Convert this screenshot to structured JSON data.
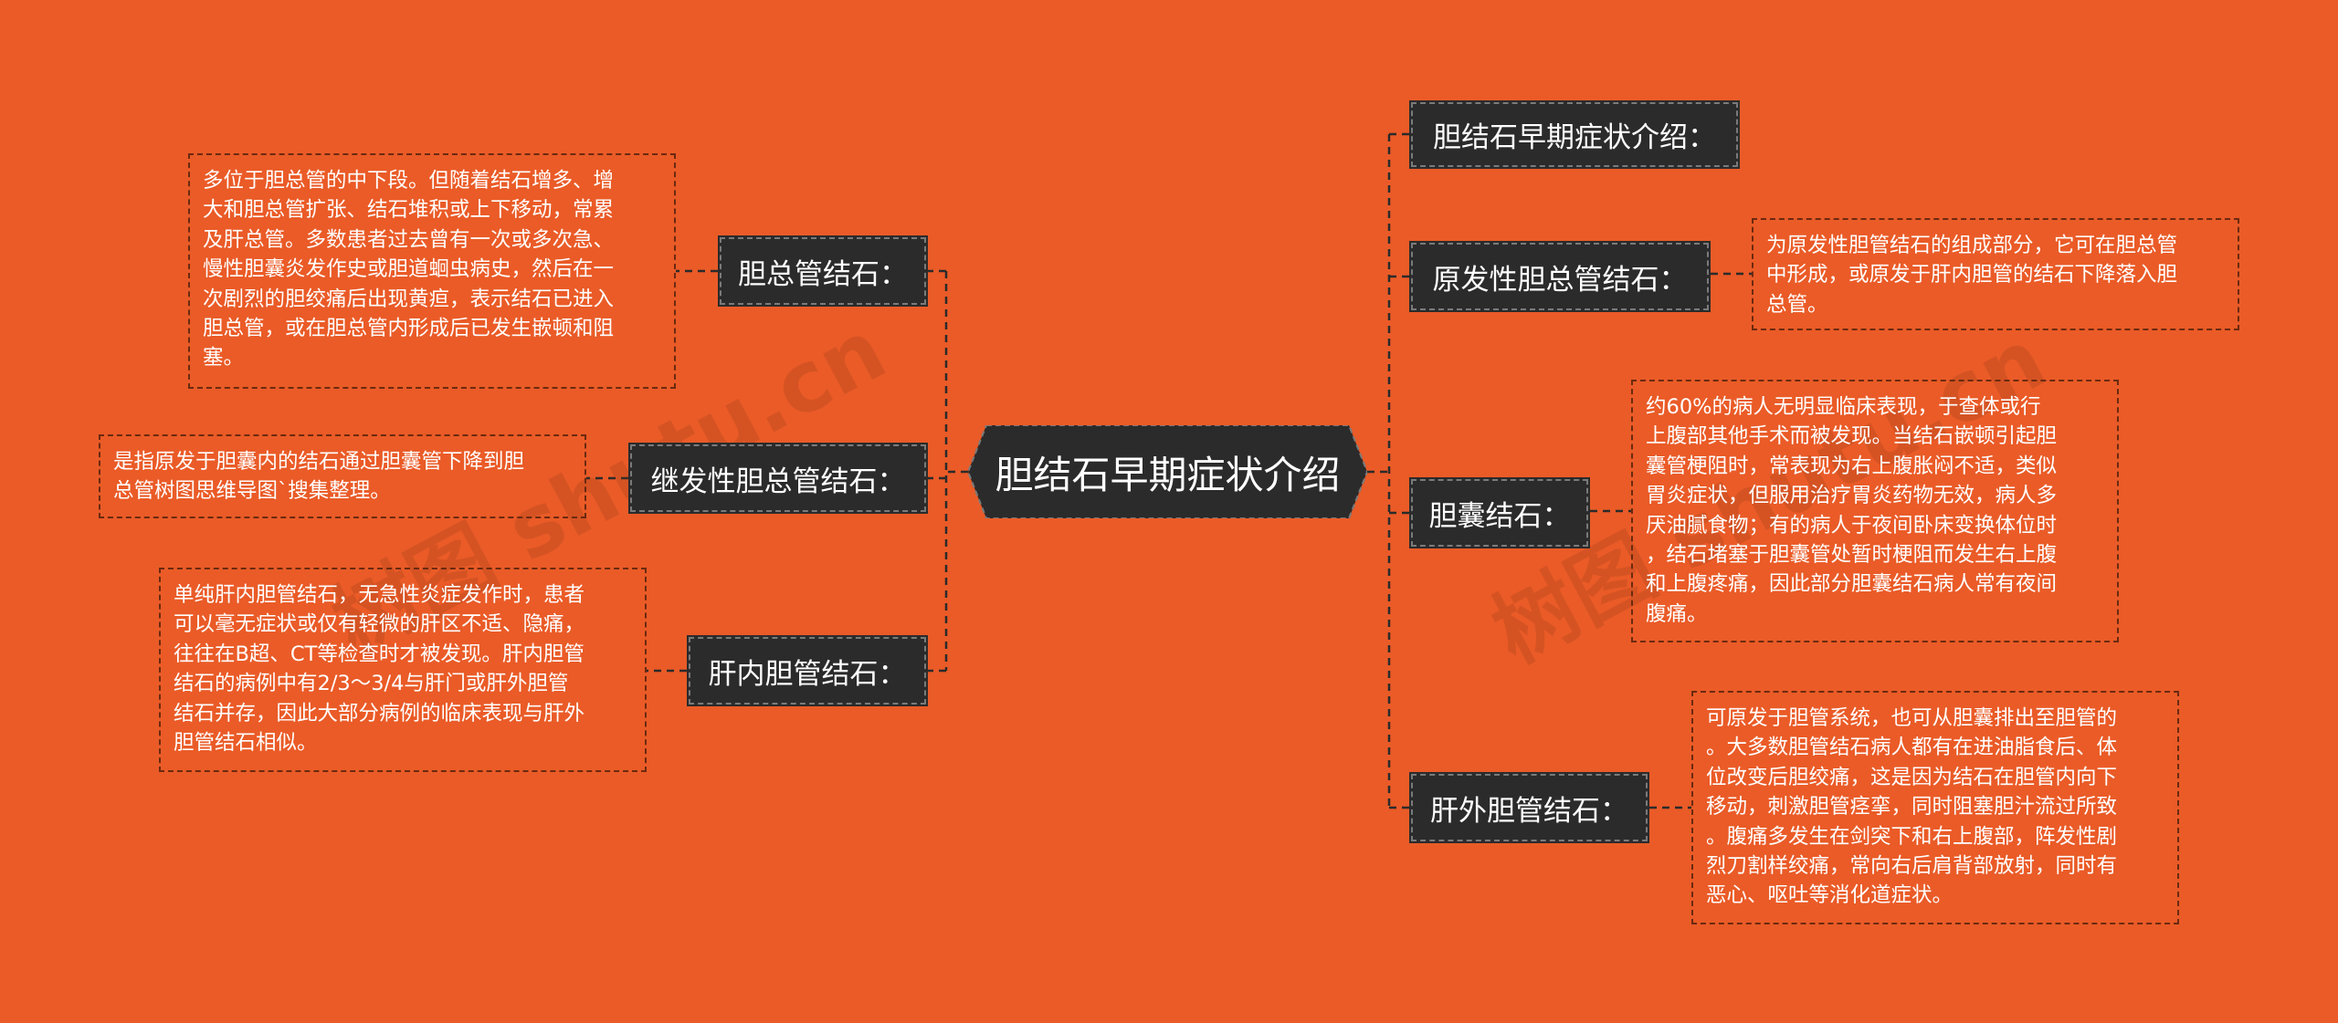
{
  "root": {
    "label": "胆结石早期症状介绍"
  },
  "left_branches": [
    {
      "label": "胆总管结石：",
      "note": "多位于胆总管的中下段。但随着结石增多、增\n大和胆总管扩张、结石堆积或上下移动，常累\n及肝总管。多数患者过去曾有一次或多次急、\n慢性胆囊炎发作史或胆道蛔虫病史，然后在一\n次剧烈的胆绞痛后出现黄疸，表示结石已进入\n胆总管，或在胆总管内形成后已发生嵌顿和阻\n塞。"
    },
    {
      "label": "继发性胆总管结石：",
      "note": "是指原发于胆囊内的结石通过胆囊管下降到胆\n总管树图思维导图`搜集整理。"
    },
    {
      "label": "肝内胆管结石：",
      "note": "单纯肝内胆管结石，无急性炎症发作时，患者\n可以毫无症状或仅有轻微的肝区不适、隐痛，\n往往在B超、CT等检查时才被发现。肝内胆管\n结石的病例中有2/3～3/4与肝门或肝外胆管\n结石并存，因此大部分病例的临床表现与肝外\n胆管结石相似。"
    }
  ],
  "right_branches": [
    {
      "label": "胆结石早期症状介绍："
    },
    {
      "label": "原发性胆总管结石：",
      "note": "为原发性胆管结石的组成部分，它可在胆总管\n中形成，或原发于肝内胆管的结石下降落入胆\n总管。"
    },
    {
      "label": "胆囊结石：",
      "note": "约60%的病人无明显临床表现，于查体或行\n上腹部其他手术而被发现。当结石嵌顿引起胆\n囊管梗阻时，常表现为右上腹胀闷不适，类似\n胃炎症状，但服用治疗胃炎药物无效，病人多\n厌油腻食物；有的病人于夜间卧床变换体位时\n，结石堵塞于胆囊管处暂时梗阻而发生右上腹\n和上腹疼痛，因此部分胆囊结石病人常有夜间\n腹痛。"
    },
    {
      "label": "肝外胆管结石：",
      "note": "可原发于胆管系统，也可从胆囊排出至胆管的\n。大多数胆管结石病人都有在进油脂食后、体\n位改变后胆绞痛，这是因为结石在胆管内向下\n移动，刺激胆管痉挛，同时阻塞胆汁流过所致\n。腹痛多发生在剑突下和右上腹部，阵发性剧\n烈刀割样绞痛，常向右后肩背部放射，同时有\n恶心、呕吐等消化道症状。"
    }
  ],
  "watermark": "树图 shutu.cn",
  "colors": {
    "background": "#ea5b27",
    "node_fill": "#2b2b2b",
    "node_text": "#ffffff",
    "connector": "#2b2b2b",
    "note_border": "#6b2a10"
  }
}
